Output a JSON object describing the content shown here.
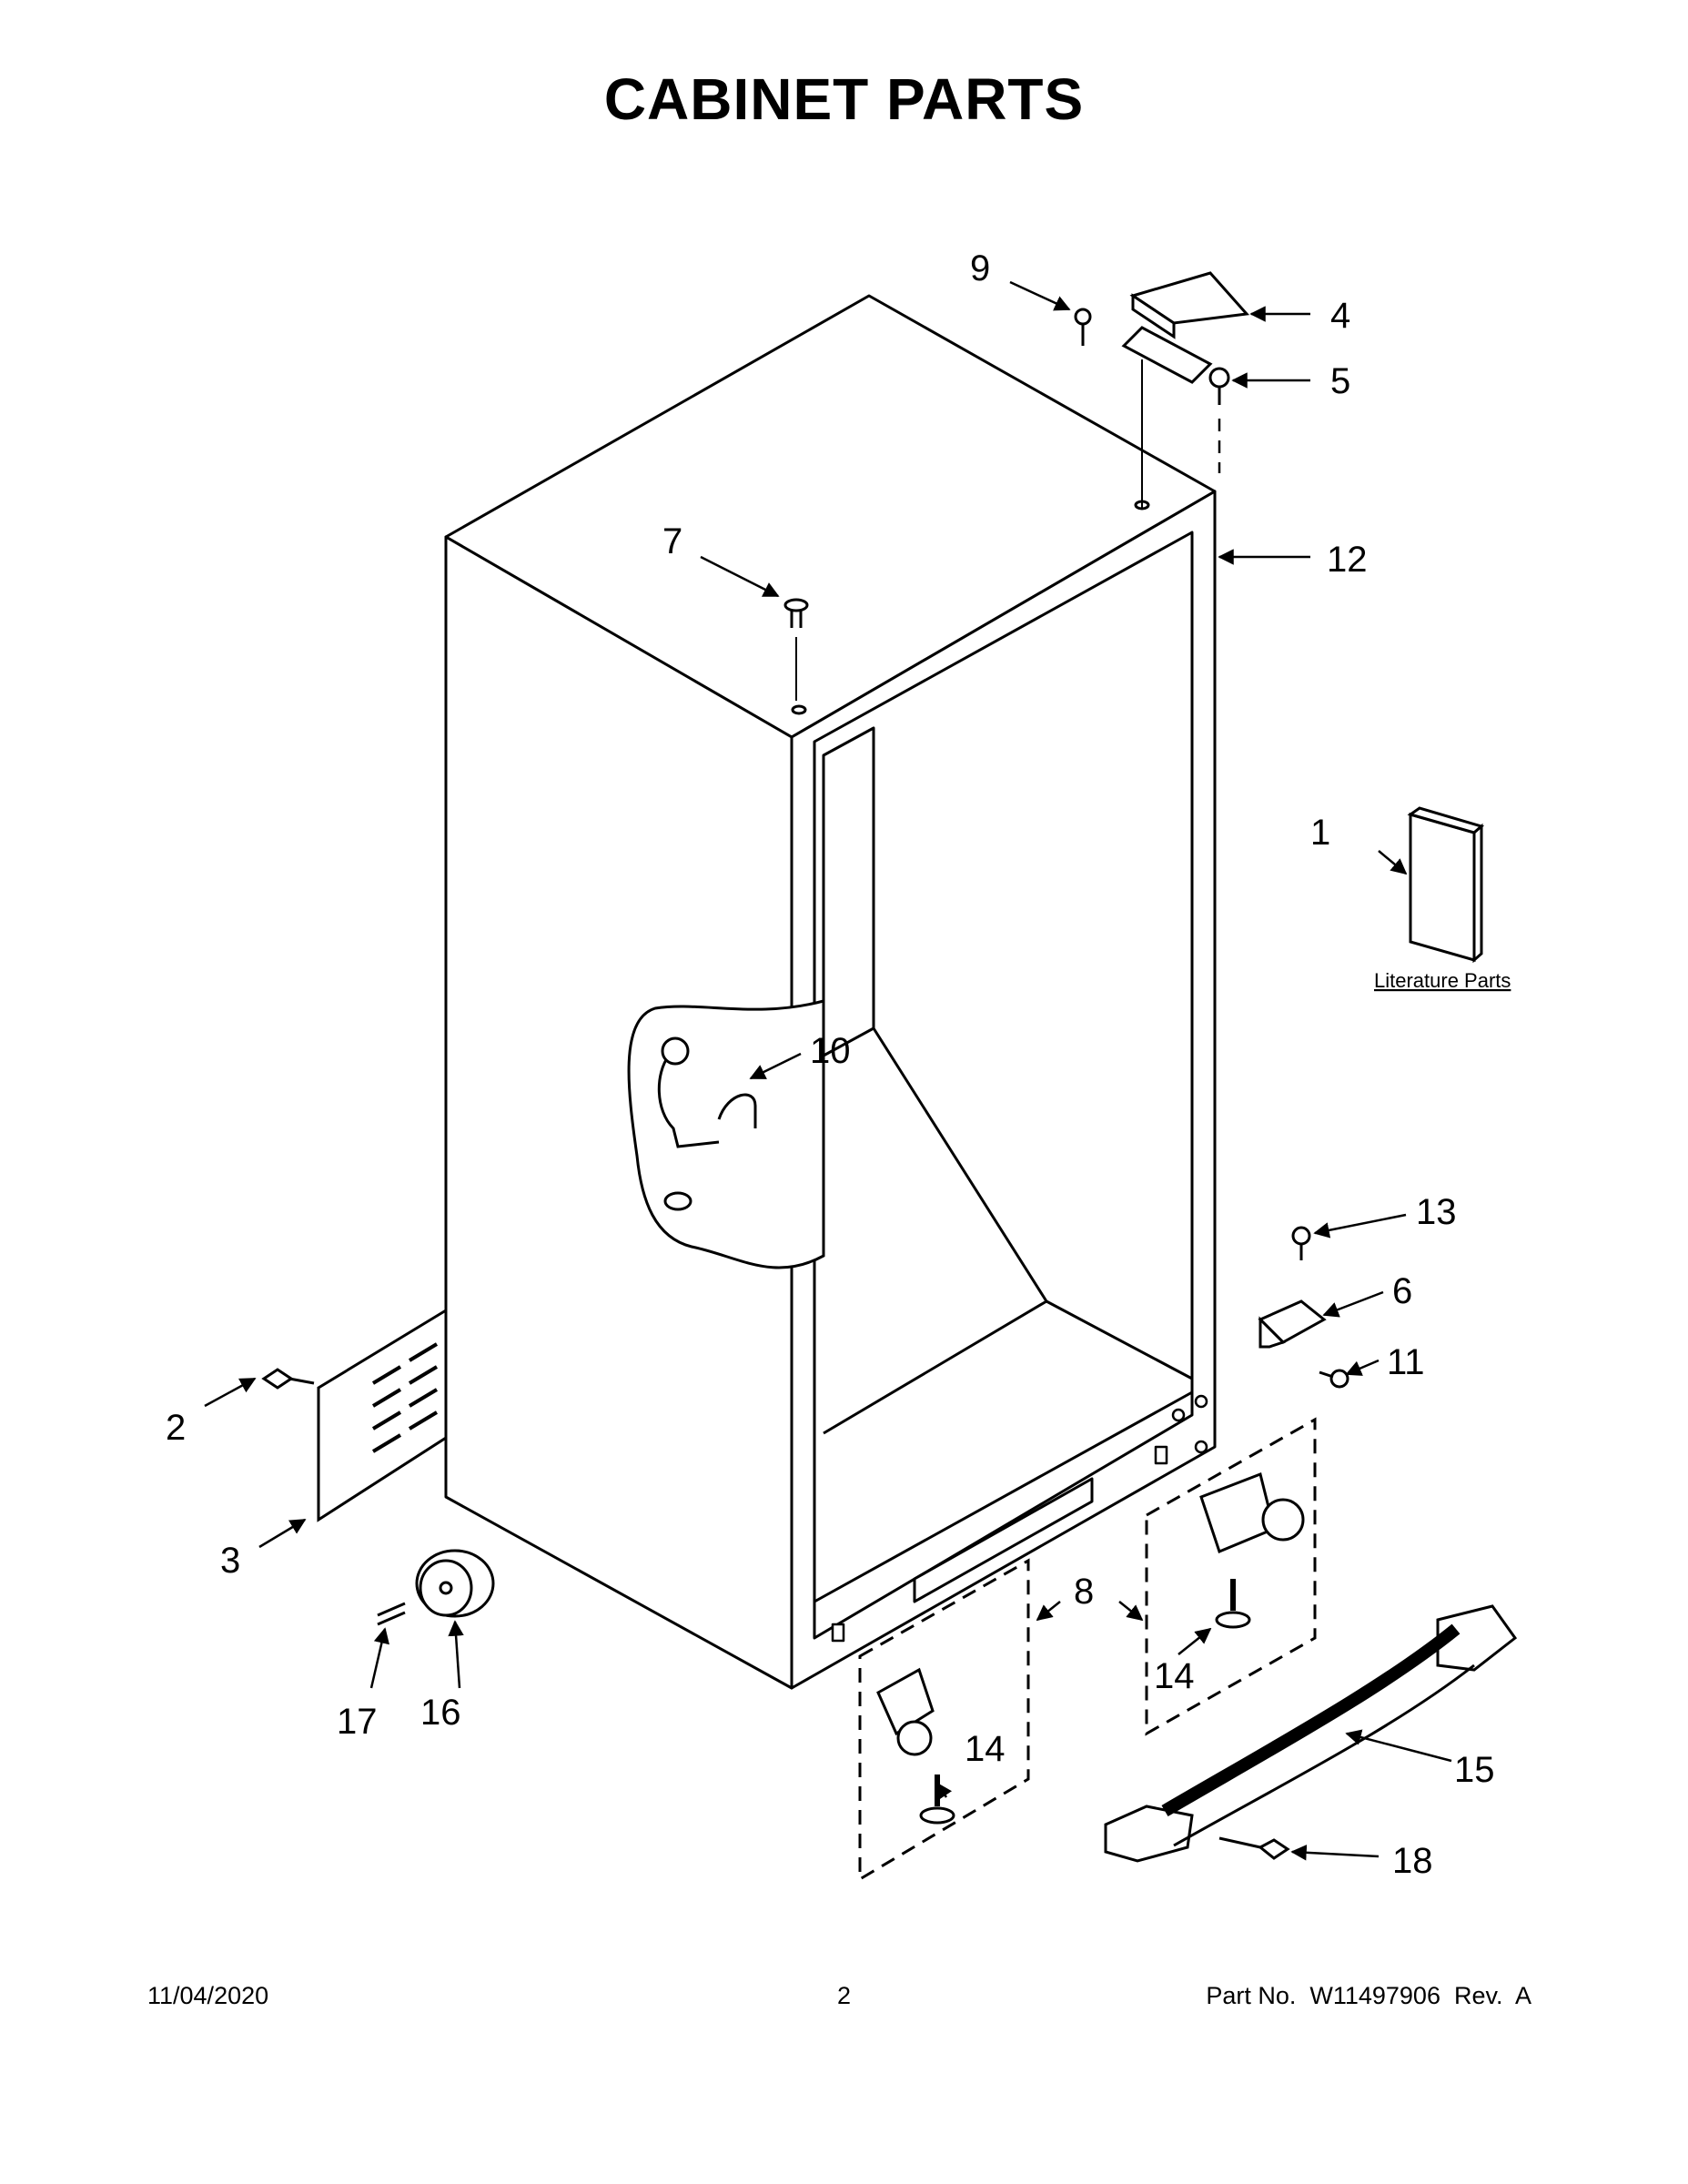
{
  "page": {
    "title": "CABINET PARTS",
    "literature_label": "Literature Parts"
  },
  "callouts": [
    "1",
    "2",
    "3",
    "4",
    "5",
    "6",
    "7",
    "8",
    "9",
    "10",
    "11",
    "12",
    "13",
    "14",
    "14",
    "15",
    "16",
    "17",
    "18"
  ],
  "footer": {
    "date": "11/04/2020",
    "page_number": "2",
    "part_number": "Part No.  W11497906  Rev.  A"
  }
}
